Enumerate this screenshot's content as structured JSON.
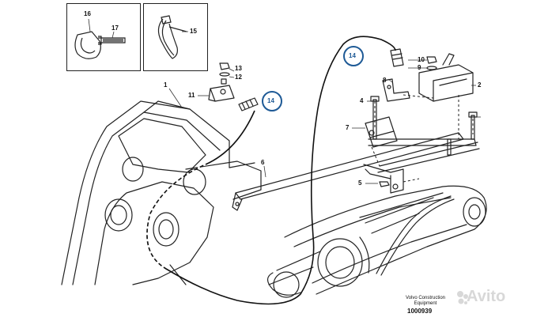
{
  "callouts": {
    "c1": "1",
    "c2": "2",
    "c4": "4",
    "c5": "5",
    "c6": "6",
    "c7": "7",
    "c8": "8",
    "c9": "9",
    "c10": "10",
    "c11": "11",
    "c12": "12",
    "c13": "13",
    "c14a": "14",
    "c14b": "14",
    "c15": "15",
    "c16": "16",
    "c17": "17"
  },
  "highlight_color": "#1e5a96",
  "footer": {
    "brand_line1": "Volvo Construction",
    "brand_line2": "Equipment",
    "drawing_number": "1000939"
  },
  "watermark": "Avito"
}
